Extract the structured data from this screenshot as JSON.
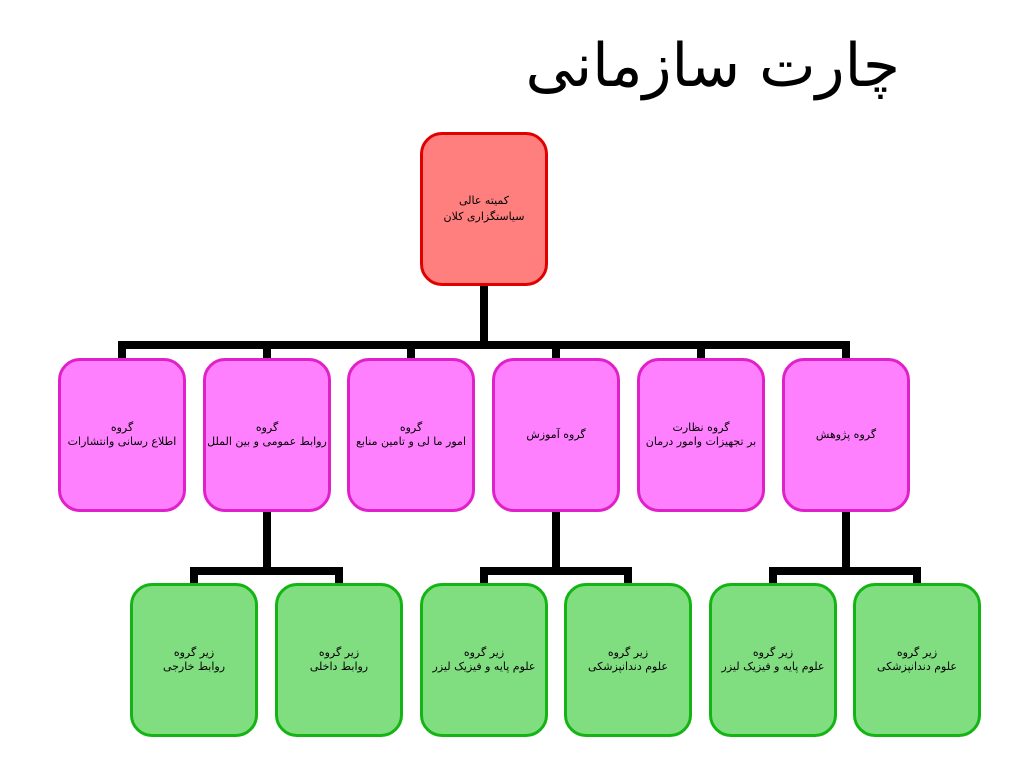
{
  "title": "چارت سازمانی",
  "top_node": {
    "line1": "کمیته عالی",
    "line2": "سیاستگزاری کلان"
  },
  "groups": [
    {
      "line1": "گروه",
      "line2": "اطلاع رسانی وانتشارات"
    },
    {
      "line1": "گروه",
      "line2": "روابط عمومی و بین الملل"
    },
    {
      "line1": "گروه",
      "line2": "امور ما لی و تامین منابع"
    },
    {
      "line1": "گروه آموزش",
      "line2": ""
    },
    {
      "line1": "گروه نظارت",
      "line2": "بر تجهیزات  وامور درمان"
    },
    {
      "line1": "گروه پژوهش",
      "line2": ""
    }
  ],
  "subgroups": [
    {
      "line1": "زیر گروه",
      "line2": "روابط خارجی"
    },
    {
      "line1": "زیر گروه",
      "line2": "روابط داخلی"
    },
    {
      "line1": "زیر گروه",
      "line2": "علوم پایه و فیزیک لیزر"
    },
    {
      "line1": "زیر گروه",
      "line2": "علوم دندانپزشکی"
    },
    {
      "line1": "زیر گروه",
      "line2": "علوم پایه و فیزیک لیزر"
    },
    {
      "line1": "زیر گروه",
      "line2": "علوم دندانپزشکی"
    }
  ],
  "colors": {
    "top_fill": "#ff7f7f",
    "top_border": "#e00000",
    "group_fill": "#ff80ff",
    "group_border": "#e020c8",
    "sub_fill": "#80dd80",
    "sub_border": "#14b414",
    "connector": "#000000"
  }
}
